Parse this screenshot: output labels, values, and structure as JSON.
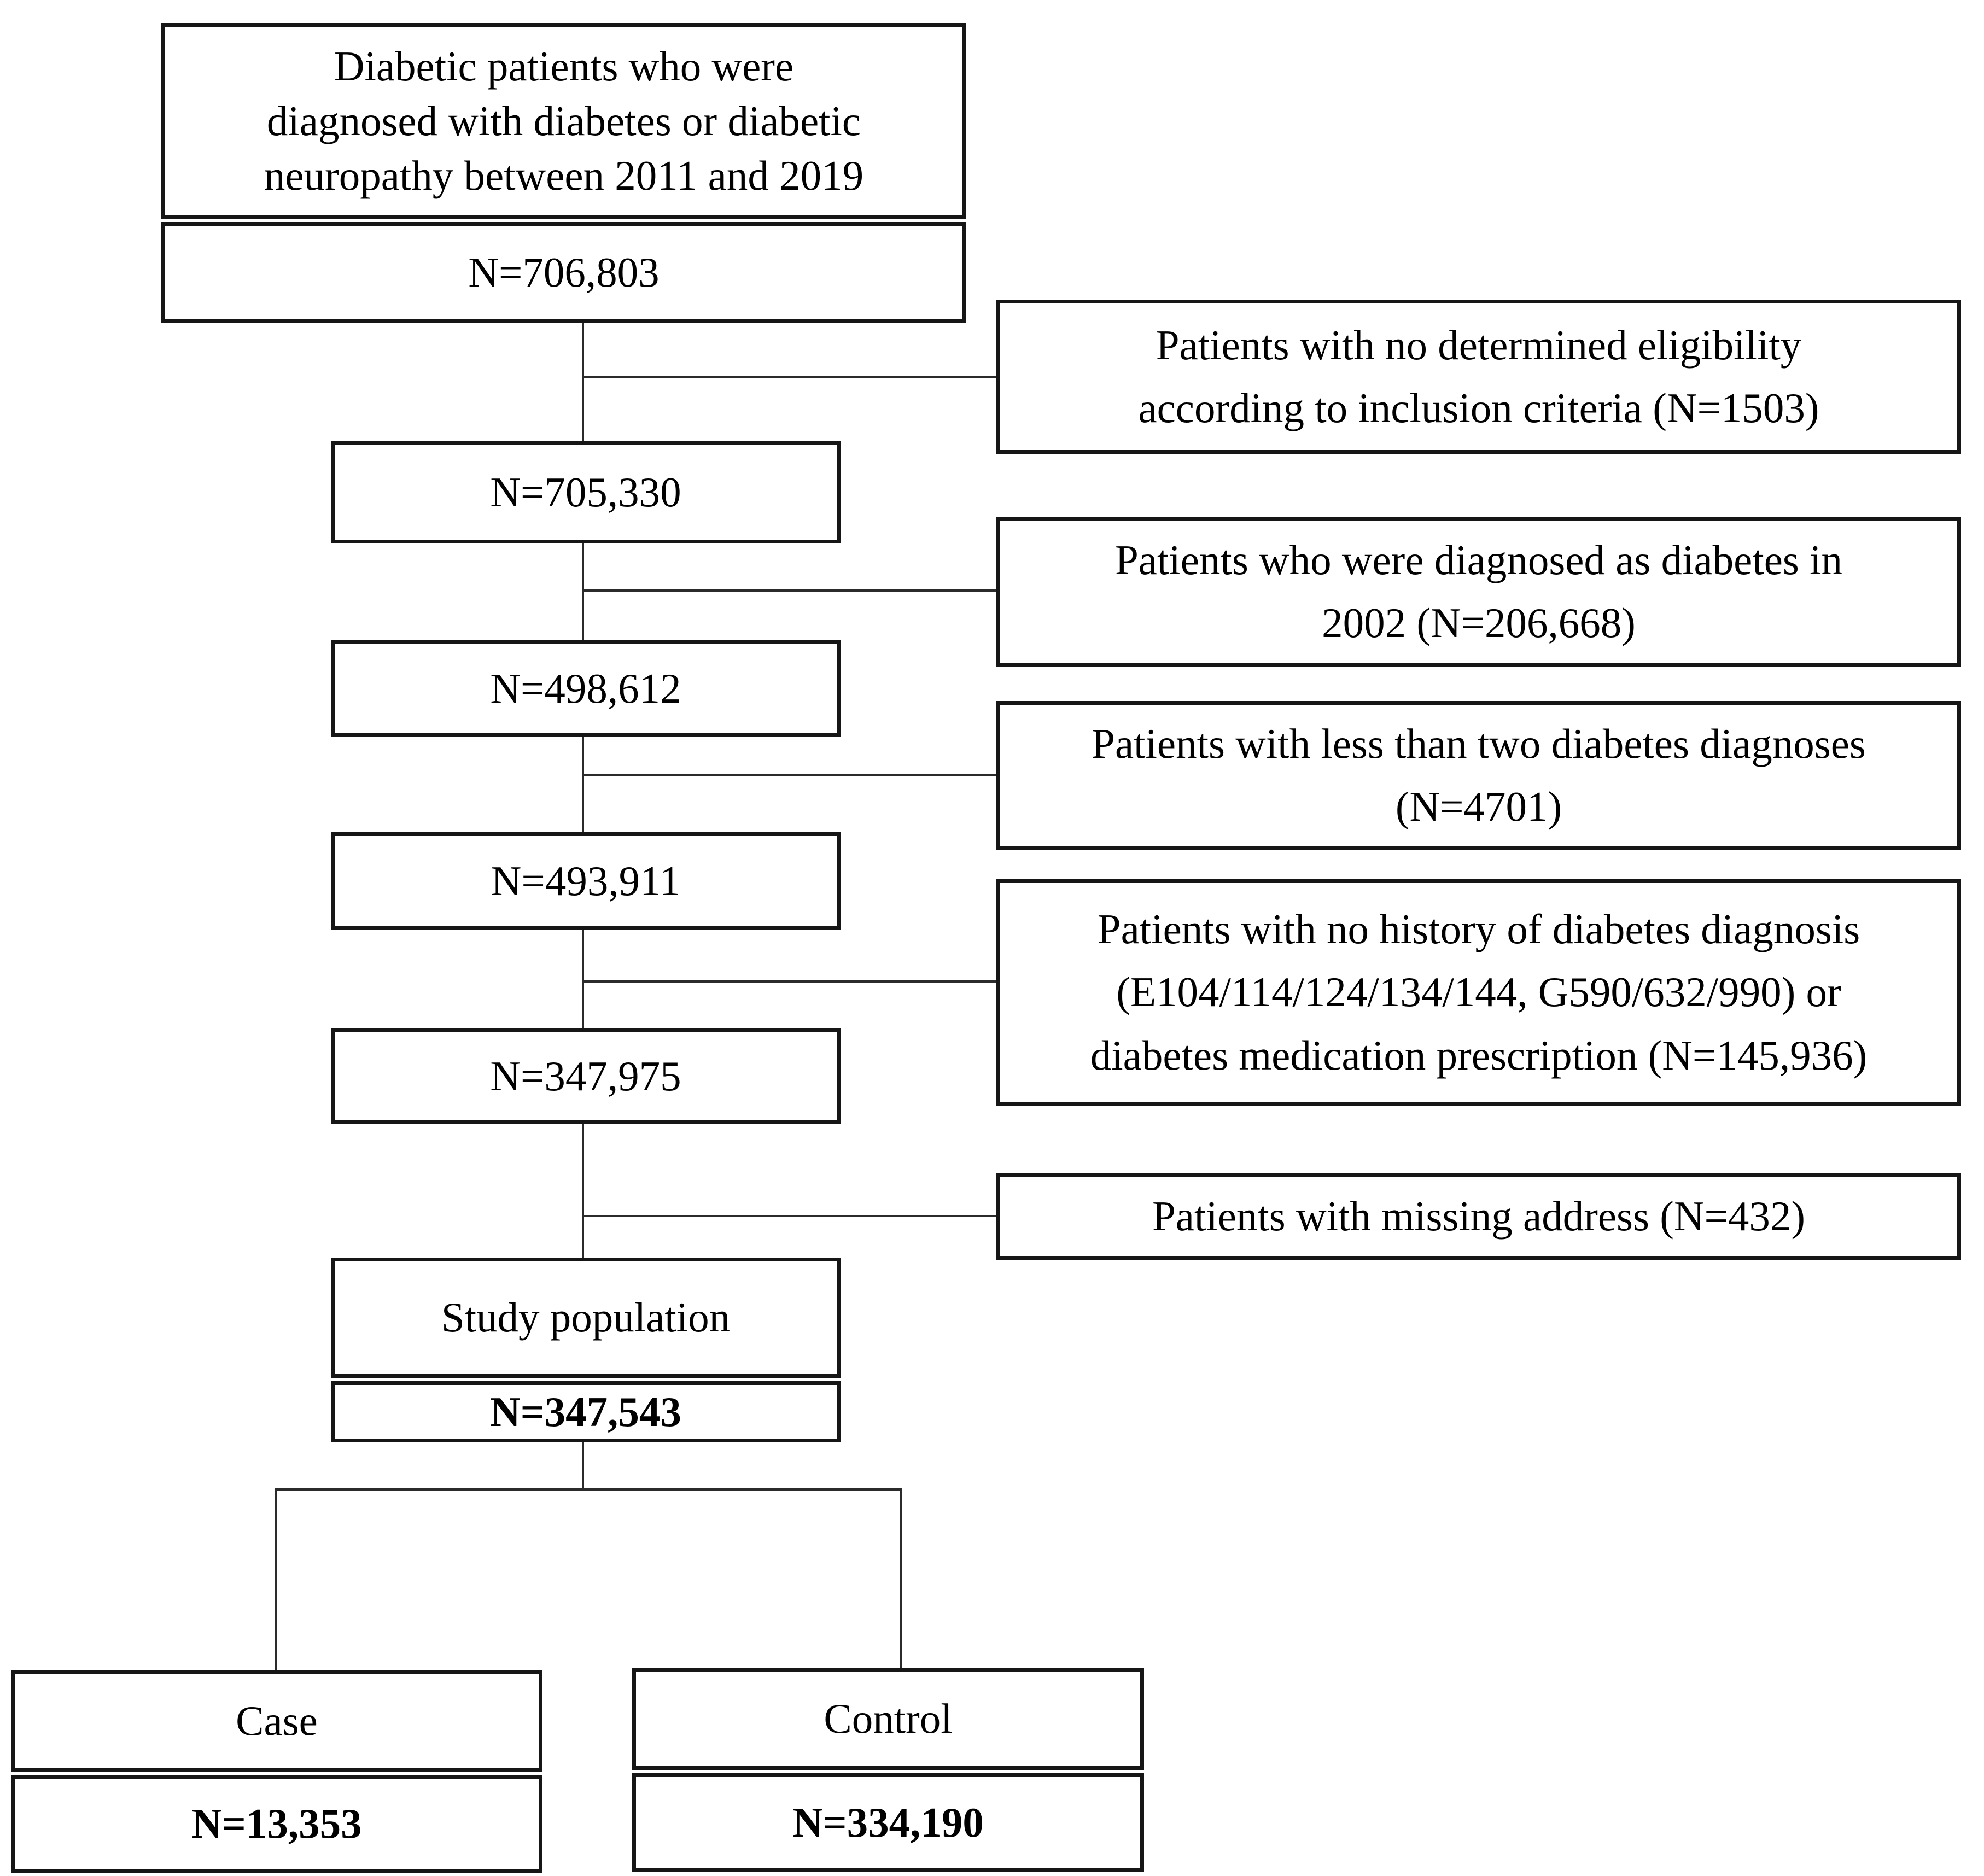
{
  "diagram": {
    "source": {
      "line1": "Diabetic patients who were",
      "line2": "diagnosed with diabetes or diabetic",
      "line3": "neuropathy between 2011 and 2019",
      "count": "N=706,803"
    },
    "exclusions": {
      "eligibility": {
        "line1": "Patients with no determined eligibility",
        "line2": "according to inclusion criteria (N=1503)"
      },
      "diagnosed_2002": {
        "line1": "Patients who were diagnosed as diabetes in",
        "line2": "2002 (N=206,668)"
      },
      "two_diagnoses": {
        "line1": "Patients with less than two diabetes diagnoses",
        "line2": "(N=4701)"
      },
      "no_history": {
        "line1": "Patients with no history of diabetes diagnosis",
        "line2": "(E104/114/124/134/144, G590/632/990) or",
        "line3": "diabetes medication prescription (N=145,936)"
      },
      "missing_address": {
        "line1": "Patients with missing address (N=432)"
      }
    },
    "steps": {
      "after_eligibility": "N=705,330",
      "after_2002": "N=498,612",
      "after_two_diagnoses": "N=493,911",
      "after_no_history": "N=347,975"
    },
    "study_population": {
      "label": "Study population",
      "count": "N=347,543"
    },
    "case_group": {
      "label": "Case",
      "count": "N=13,353"
    },
    "control_group": {
      "label": "Control",
      "count": "N=334,190"
    }
  }
}
